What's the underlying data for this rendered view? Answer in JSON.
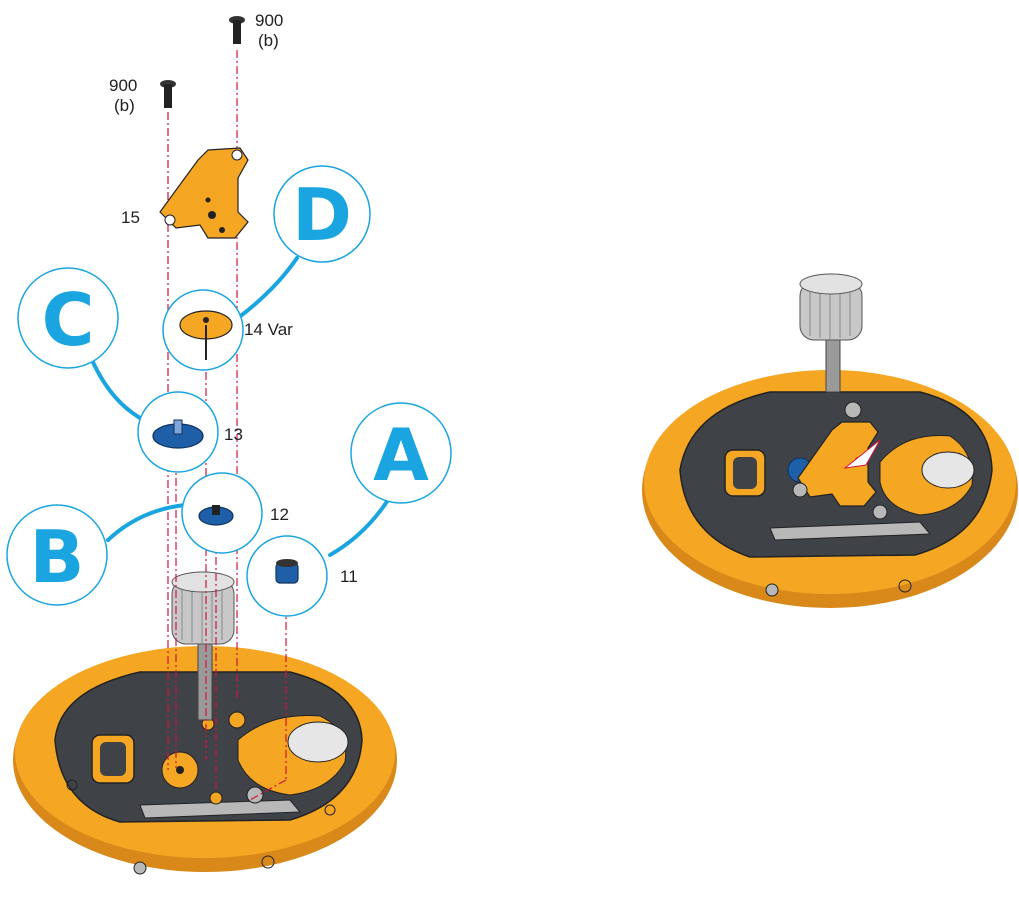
{
  "colors": {
    "callout": "#1aa5e0",
    "leader": "#d2143c",
    "brass": "#f5a623",
    "brass_dark": "#c97d10",
    "plate": "#3f4348",
    "plate_dark": "#2a2d31",
    "part_blue": "#1f5fa8",
    "steel": "#b8b8b8"
  },
  "callouts": [
    {
      "id": "A",
      "letter": "A",
      "part": "11"
    },
    {
      "id": "B",
      "letter": "B",
      "part": "12"
    },
    {
      "id": "C",
      "letter": "C",
      "part": "13"
    },
    {
      "id": "D",
      "letter": "D",
      "part": "14 Var"
    }
  ],
  "labels": {
    "screw_right": {
      "num": "900",
      "sub": "(b)"
    },
    "screw_left": {
      "num": "900",
      "sub": "(b)"
    },
    "bridge": "15",
    "wheel_14": "14 Var",
    "wheel_13": "13",
    "wheel_12": "12",
    "pinion_11": "11"
  },
  "icons": {
    "screw": "screw-icon",
    "bridge": "bridge-part-icon",
    "wheel": "gear-wheel-icon",
    "movement": "watch-movement-icon",
    "crown": "winding-crown-icon"
  }
}
